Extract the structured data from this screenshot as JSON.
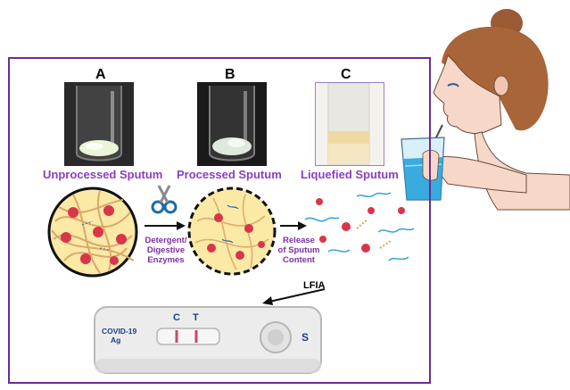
{
  "panels": {
    "a": {
      "letter": "A",
      "caption": "Unprocessed Sputum"
    },
    "b": {
      "letter": "B",
      "caption": "Processed Sputum"
    },
    "c": {
      "letter": "C",
      "caption": "Liquefied Sputum"
    }
  },
  "steps": {
    "detergent_line1": "Detergent/",
    "detergent_line2": "Digestive",
    "detergent_line3": "Enzymes",
    "release_line1": "Release",
    "release_line2": "of Sputum",
    "release_line3": "Content"
  },
  "lfia_label": "LFIA",
  "test_strip": {
    "brand_line1": "COVID-19",
    "brand_line2": "Ag",
    "control_mark": "C",
    "test_mark": "T",
    "sample_mark": "S"
  },
  "colors": {
    "frame": "#6b2c91",
    "caption": "#8a3fc0",
    "virus": "#d9364a",
    "mucus_fiber": "#d9a86c",
    "circle_fill": "#fbe9a6",
    "strand": "#3aa6d8",
    "strip_text": "#1c3f86",
    "test_line": "#c84a6a"
  },
  "icons": [
    "scissors-icon",
    "arrow-icon",
    "virus-icon",
    "drinking-cup-icon"
  ]
}
